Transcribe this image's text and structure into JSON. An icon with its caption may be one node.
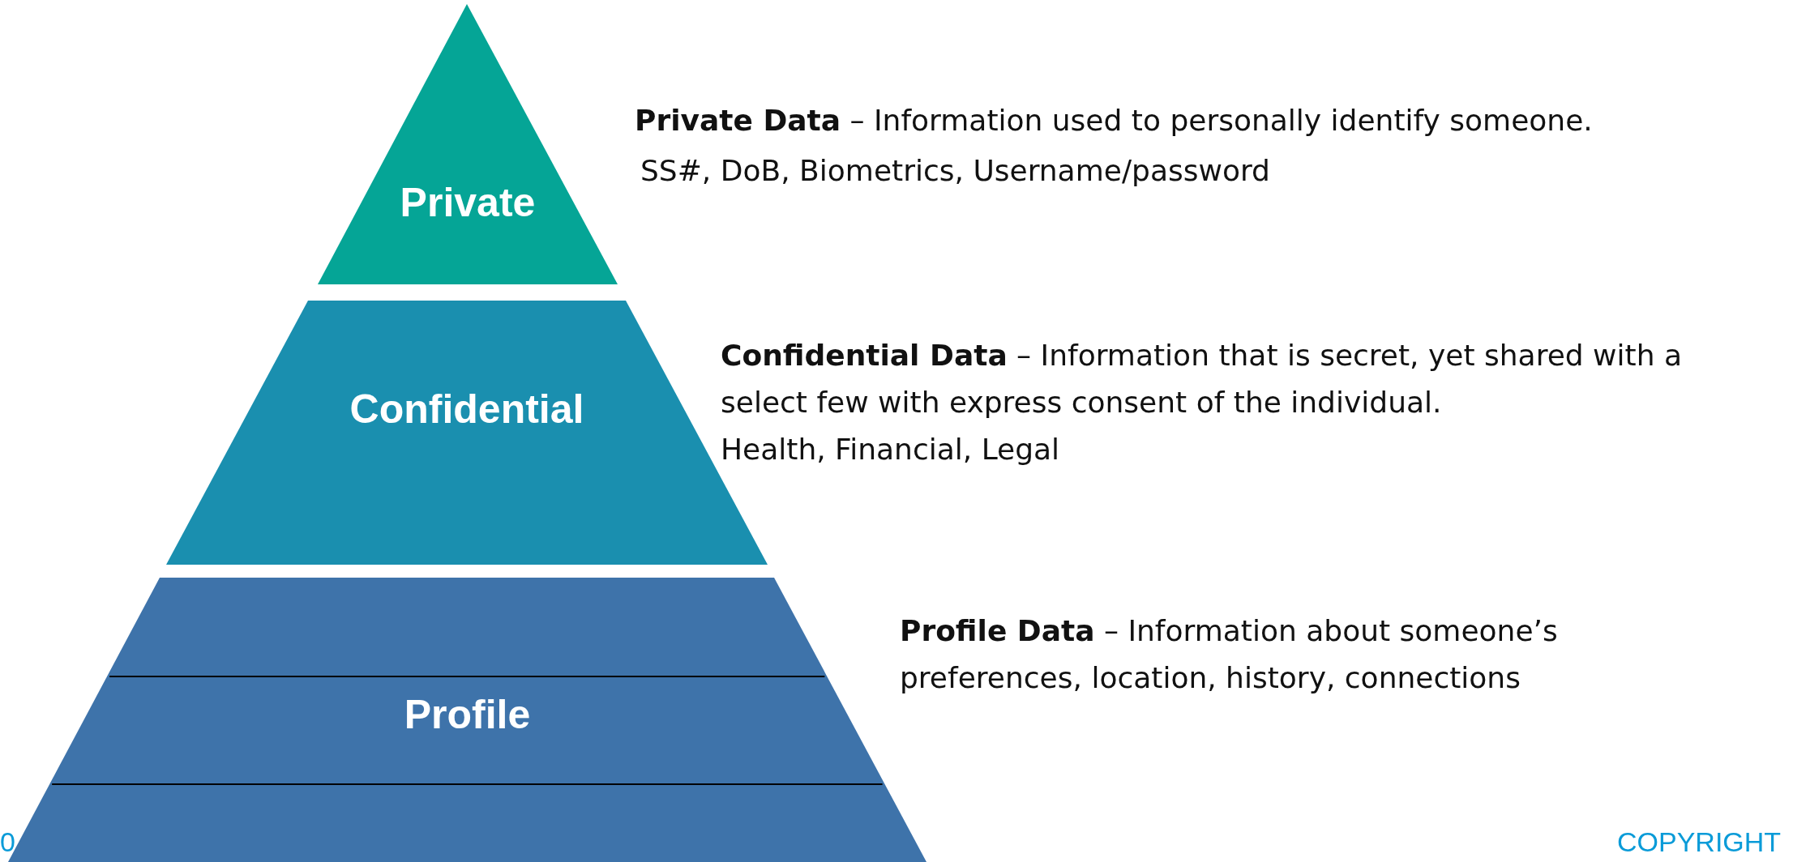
{
  "diagram": {
    "nodes": [
      {
        "text": [
          "Private"
        ],
        "beside": [
          "**Private Data** – Information used to personally identify someone.",
          "SS#, DoB, Biometrics, Username/password"
        ]
      },
      {
        "text": [
          "Confidential"
        ],
        "beside": [
          "**Confidential Data** – Information that is secret, yet shared with a select few with express consent of the individual.",
          "Health, Financial, Legal"
        ]
      },
      {
        "text": [
          "Profile"
        ],
        "beside": [
          "**Profile Data** – Information about someone’s preferences, location, history, connections"
        ]
      }
    ],
    "labels": [
      "0",
      "COPYRIGHT"
    ]
  }
}
